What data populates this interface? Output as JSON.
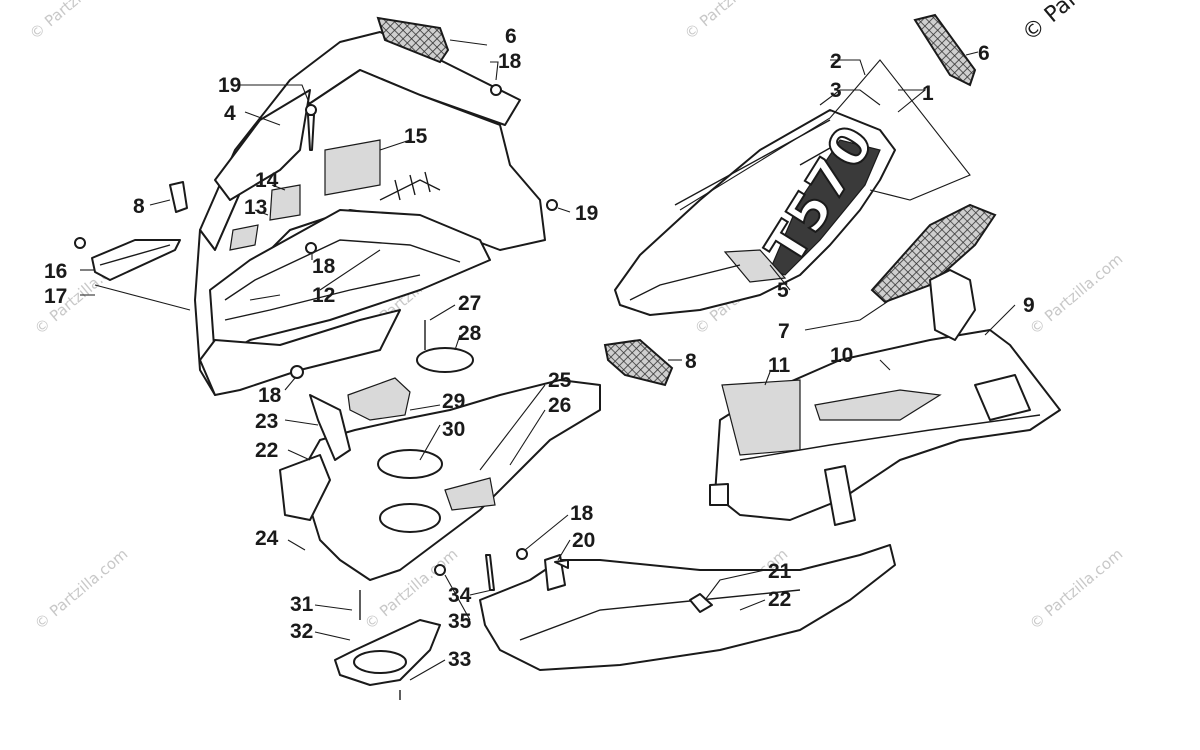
{
  "diagram": {
    "copyright": "© Par",
    "watermark": "© Partzilla.com",
    "hood_logo": "T570",
    "callouts": [
      "1",
      "2",
      "3",
      "4",
      "5",
      "6",
      "6",
      "7",
      "8",
      "8",
      "9",
      "10",
      "11",
      "12",
      "13",
      "14",
      "15",
      "16",
      "17",
      "18",
      "18",
      "18",
      "18",
      "19",
      "19",
      "20",
      "21",
      "22",
      "22",
      "23",
      "24",
      "25",
      "26",
      "27",
      "28",
      "29",
      "30",
      "31",
      "32",
      "33",
      "34",
      "35"
    ]
  }
}
